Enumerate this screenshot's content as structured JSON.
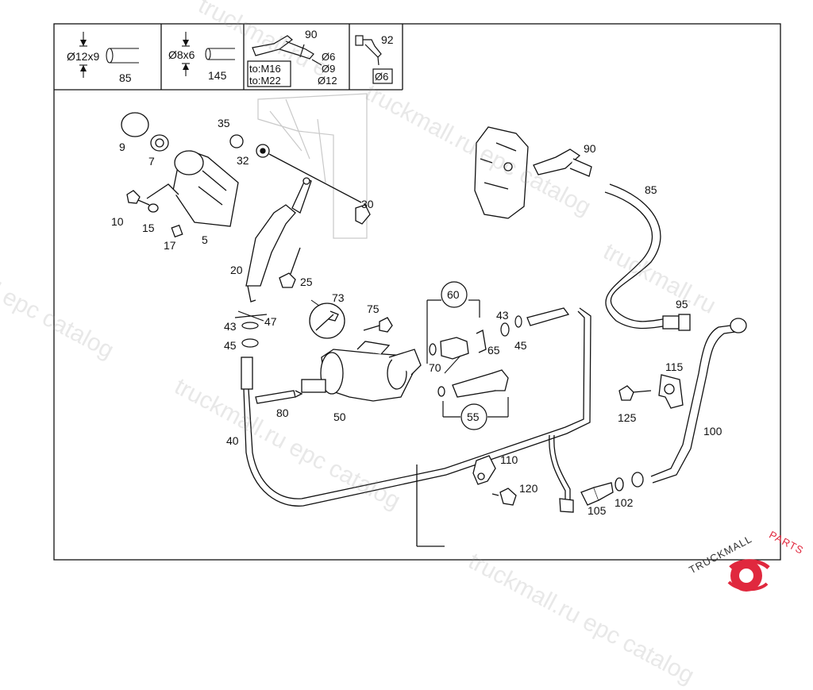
{
  "header_boxes": {
    "hose_12x9": {
      "dim": "Ø12x9",
      "ref": "85"
    },
    "hose_8x6": {
      "dim": "Ø8x6",
      "ref": "145"
    },
    "elbow_90": {
      "ref": "90",
      "thread_1": "to:M16",
      "thread_2": "to:M22",
      "d1": "Ø6",
      "d2": "Ø9",
      "d3": "Ø12"
    },
    "elbow_92": {
      "ref": "92",
      "d1": "Ø6"
    }
  },
  "callouts": {
    "c9": "9",
    "c7": "7",
    "c35": "35",
    "c32": "32",
    "c10": "10",
    "c15": "15",
    "c17": "17",
    "c5": "5",
    "c30": "30",
    "c20": "20",
    "c25": "25",
    "c90b": "90",
    "c85b": "85",
    "c73": "73",
    "c75": "75",
    "c60": "60",
    "c43a": "43",
    "c47": "47",
    "c43b": "43",
    "c45a": "45",
    "c45b": "45",
    "c65": "65",
    "c70": "70",
    "c95": "95",
    "c115": "115",
    "c125": "125",
    "c80": "80",
    "c50": "50",
    "c55": "55",
    "c40": "40",
    "c100": "100",
    "c110": "110",
    "c120": "120",
    "c105": "105",
    "c102": "102"
  },
  "watermarks": [
    "truckmall.ru epc catalog",
    "truckmall.ru epc catalog",
    "truckmall.ru epc catalog",
    "l epc catalog",
    "truckmall.ru",
    "truckmall.ru e"
  ],
  "brand": {
    "name_dark": "TRUCKMALL",
    "name_red": "PARTS",
    "accent": "#e0283e"
  }
}
